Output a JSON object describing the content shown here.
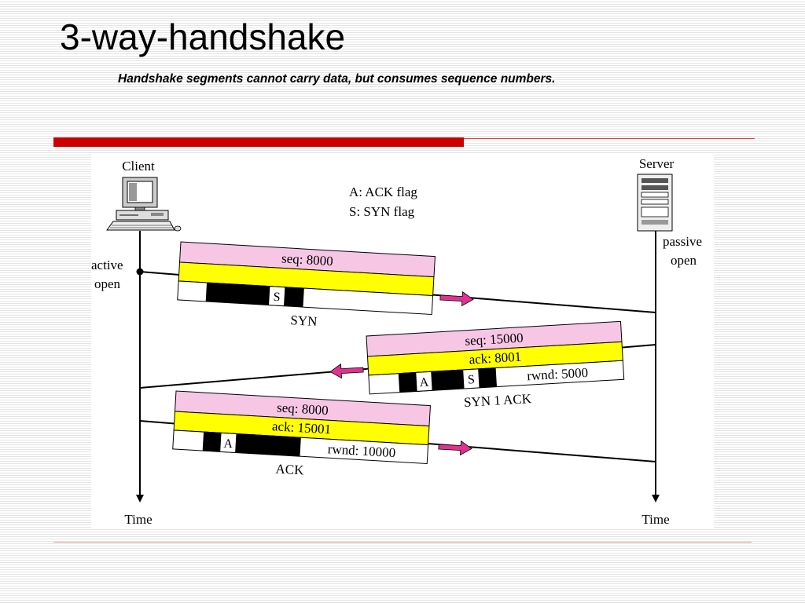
{
  "title": "3-way-handshake",
  "subtitle": "Handshake segments cannot carry data, but consumes sequence numbers.",
  "colors": {
    "accent_red": "#cc0000",
    "segment_pink": "#f7c6e5",
    "segment_yellow": "#ffff00",
    "arrow_magenta": "#e0338f"
  },
  "diagram": {
    "client_label": "Client",
    "server_label": "Server",
    "legend_ack": "A: ACK flag",
    "legend_syn": "S: SYN flag",
    "active_open_line1": "active",
    "active_open_line2": "open",
    "passive_open_line1": "passive",
    "passive_open_line2": "open",
    "time_left": "Time",
    "time_right": "Time",
    "icons": {
      "client": "computer-icon",
      "server": "server-icon"
    },
    "segments": {
      "syn": {
        "seq": "seq: 8000",
        "flag_s": "S",
        "caption": "SYN"
      },
      "synack": {
        "seq": "seq: 15000",
        "ack": "ack: 8001",
        "flag_a": "A",
        "flag_s": "S",
        "rwnd": "rwnd: 5000",
        "caption": "SYN 1 ACK"
      },
      "ack": {
        "seq": "seq: 8000",
        "ack": "ack: 15001",
        "flag_a": "A",
        "rwnd": "rwnd: 10000",
        "caption": "ACK"
      }
    }
  }
}
